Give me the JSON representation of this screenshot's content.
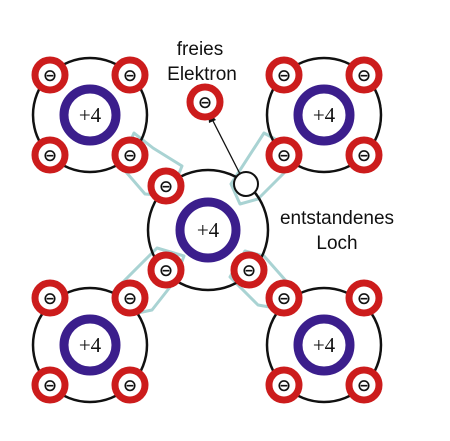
{
  "atom_charge_label": "+4",
  "electron_sign": "⊖",
  "labels": {
    "free_electron_line1": "freies",
    "free_electron_line2": "Elektron",
    "hole_line1": "entstandenes",
    "hole_line2": "Loch"
  },
  "colors": {
    "core_ring": "#3b1e8c",
    "electron_ring": "#cc1c1c",
    "bond_outline": "#a9d3d3",
    "orbit": "#111111",
    "text": "#111111"
  }
}
